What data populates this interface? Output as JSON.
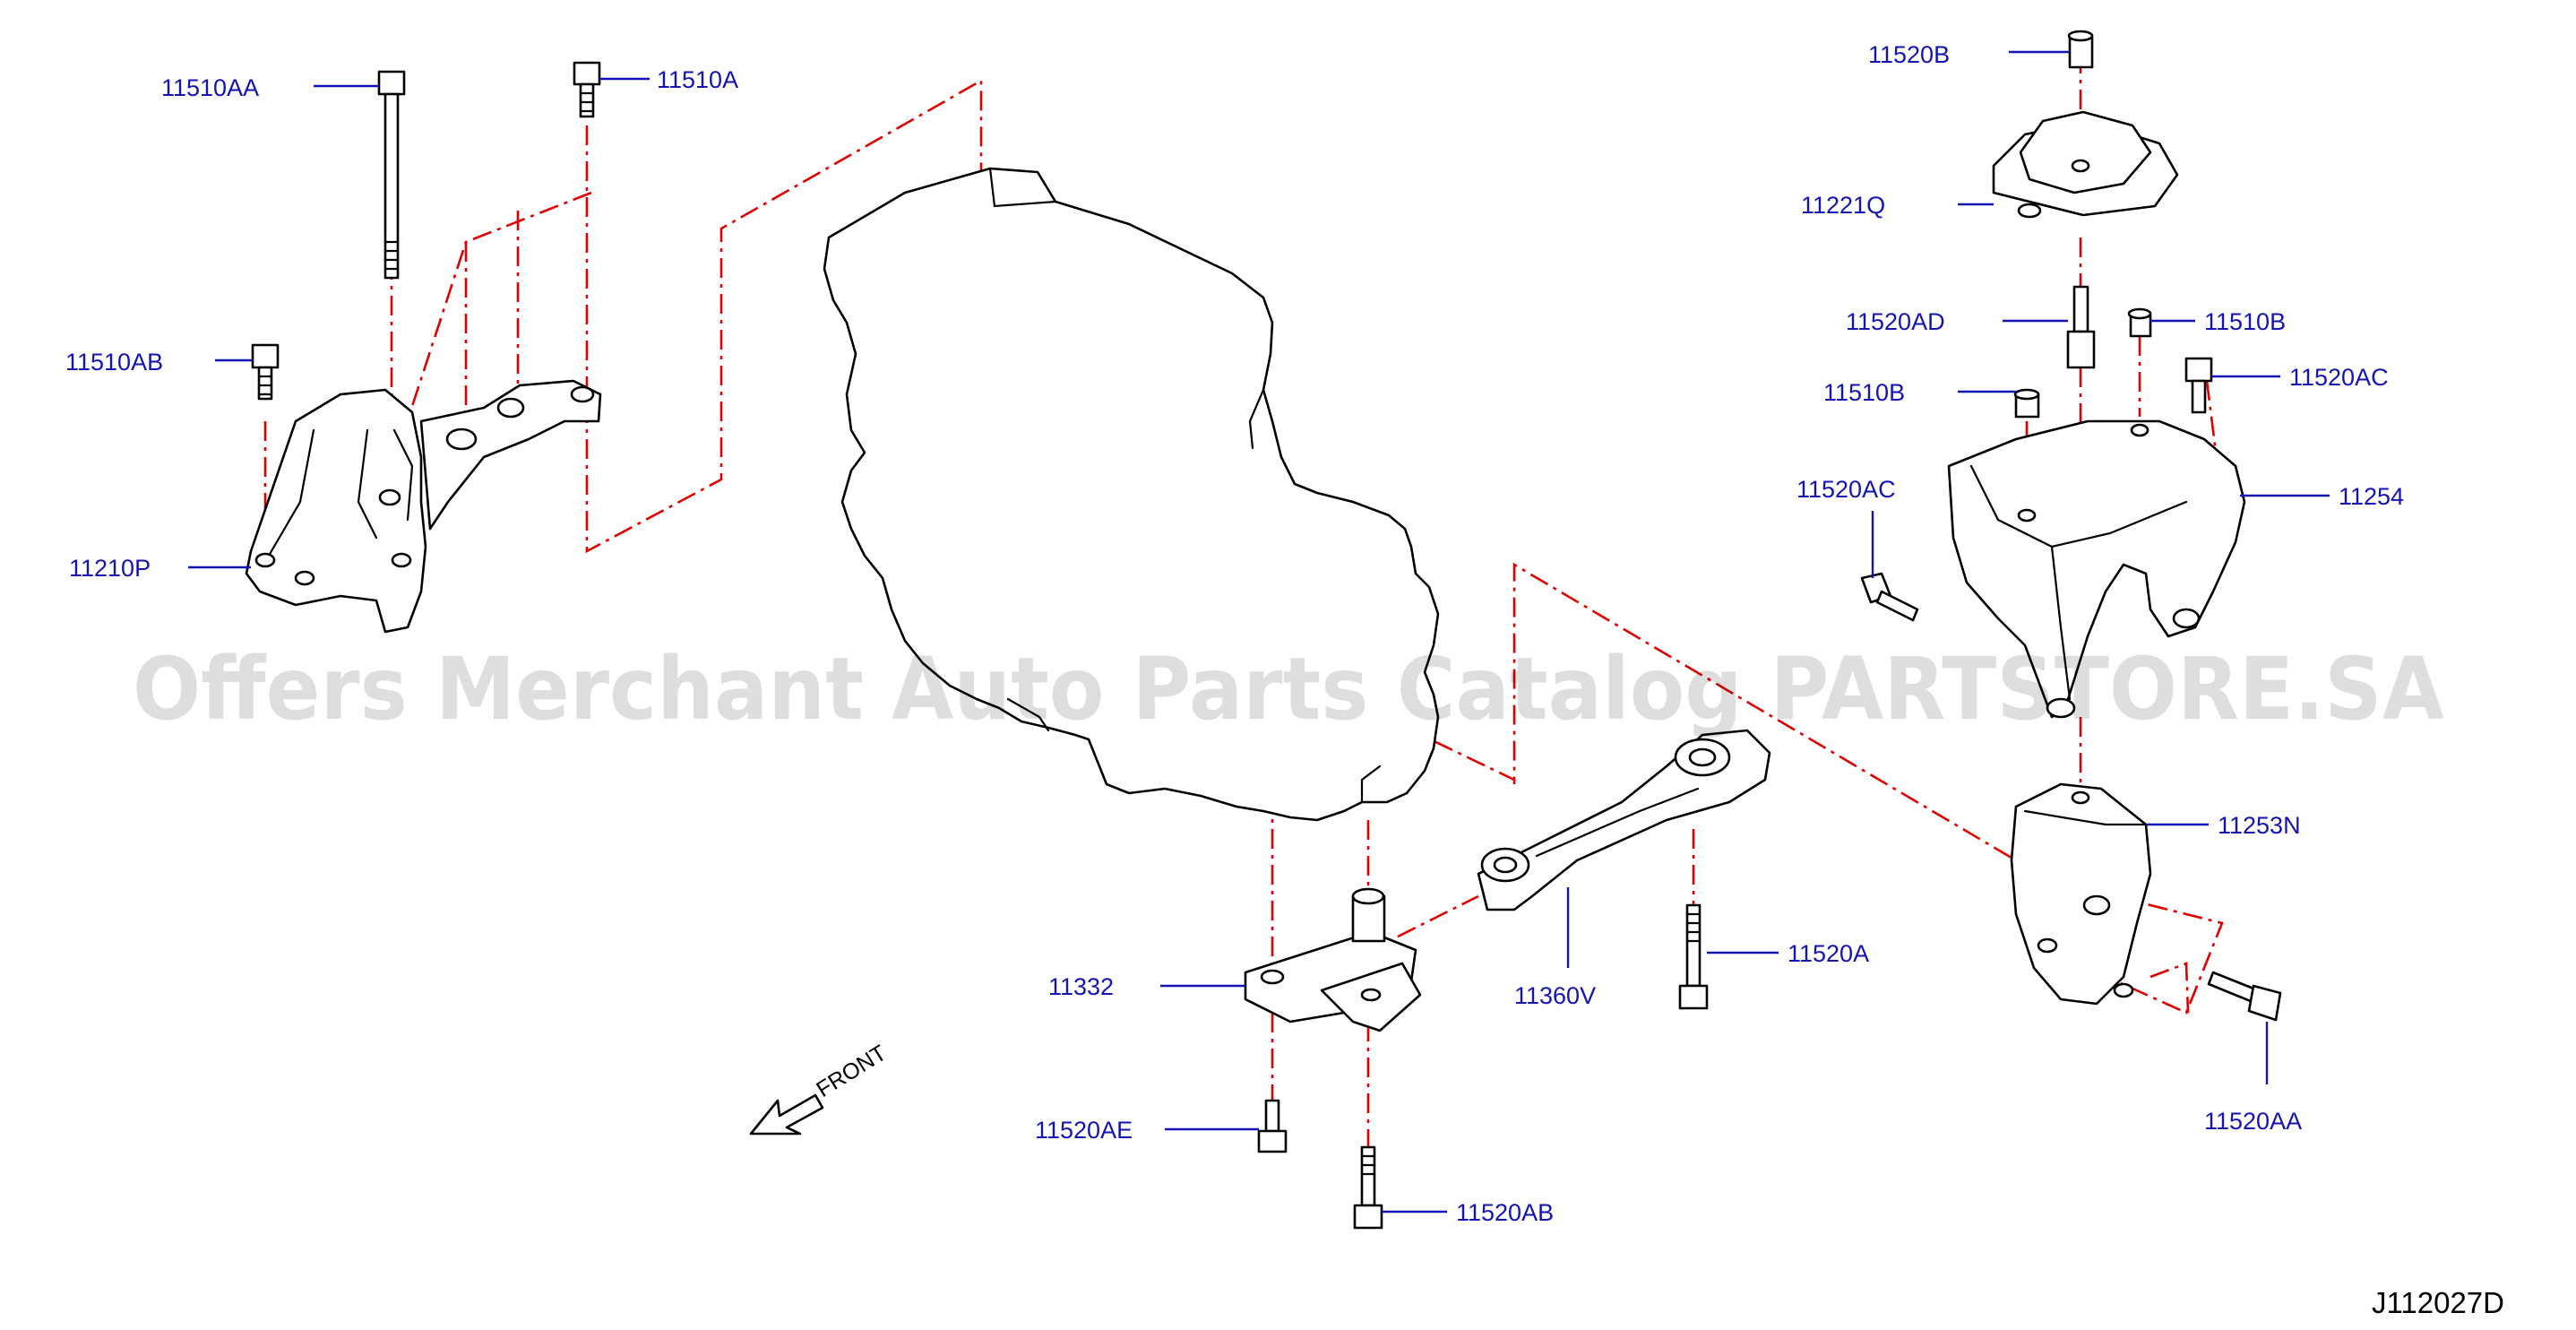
{
  "diagram": {
    "drawing_code": "J112027D",
    "watermark": "Offers Merchant Auto Parts Catalog PARTSTORE.SA",
    "front_indicator": "FRONT",
    "colors": {
      "label": "#1414b4",
      "guide_line": "#e00000",
      "outline": "#000000"
    },
    "callouts": [
      {
        "id": "c-11510AA-top",
        "text": "11510AA"
      },
      {
        "id": "c-11510A",
        "text": "11510A"
      },
      {
        "id": "c-11510AB",
        "text": "11510AB"
      },
      {
        "id": "c-11210P",
        "text": "11210P"
      },
      {
        "id": "c-11520B",
        "text": "11520B"
      },
      {
        "id": "c-11221Q",
        "text": "11221Q"
      },
      {
        "id": "c-11520AD",
        "text": "11520AD"
      },
      {
        "id": "c-11510B-right",
        "text": "11510B"
      },
      {
        "id": "c-11510B-left",
        "text": "11510B"
      },
      {
        "id": "c-11520AC-right",
        "text": "11520AC"
      },
      {
        "id": "c-11520AC-left",
        "text": "11520AC"
      },
      {
        "id": "c-11254",
        "text": "11254"
      },
      {
        "id": "c-11253N",
        "text": "11253N"
      },
      {
        "id": "c-11520AA-bottom",
        "text": "11520AA"
      },
      {
        "id": "c-11332",
        "text": "11332"
      },
      {
        "id": "c-11360V",
        "text": "11360V"
      },
      {
        "id": "c-11520A",
        "text": "11520A"
      },
      {
        "id": "c-11520AE",
        "text": "11520AE"
      },
      {
        "id": "c-11520AB",
        "text": "11520AB"
      }
    ]
  }
}
